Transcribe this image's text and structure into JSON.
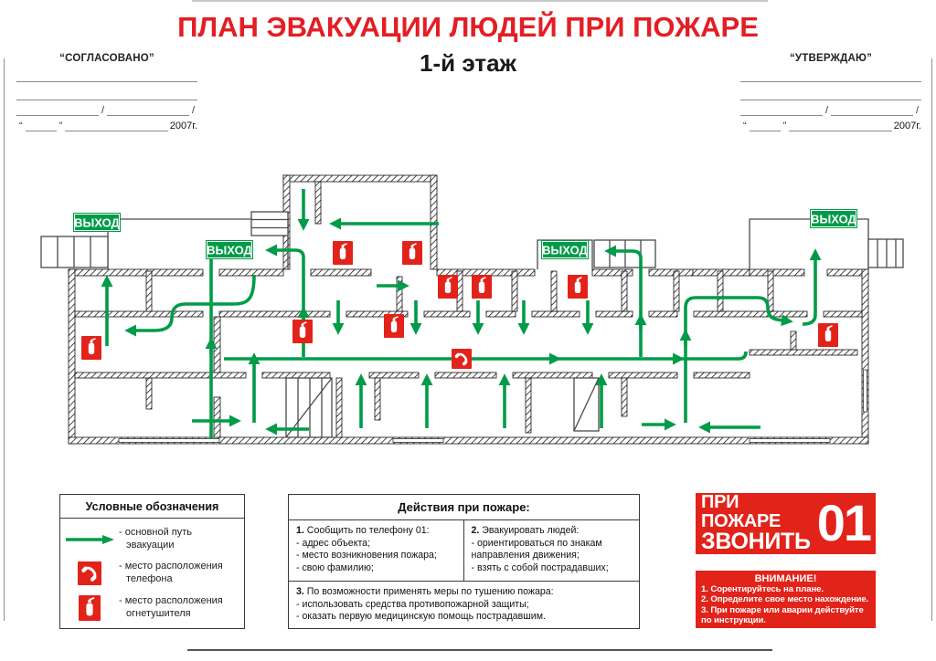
{
  "page": {
    "title": "ПЛАН ЭВАКУАЦИИ ЛЮДЕЙ ПРИ ПОЖАРЕ",
    "subtitle": "1-й этаж"
  },
  "approval": {
    "agreed_label": "“СОГЛАСОВАНО”",
    "approved_label": "“УТВЕРЖДАЮ”",
    "slash": "/",
    "quote_open": "“",
    "quote_close": "”",
    "year": "2007г."
  },
  "plan": {
    "exit_label": "ВЫХОД",
    "icons": [
      "exit-sign",
      "fire-extinguisher",
      "phone",
      "evacuation-route-arrow",
      "stairs"
    ]
  },
  "legend": {
    "title": "Условные обозначения",
    "items": [
      {
        "icon": "evacuation-route-arrow",
        "label": "- основной путь эвакуации"
      },
      {
        "icon": "phone",
        "label": "- место расположения телефона"
      },
      {
        "icon": "fire-extinguisher",
        "label": "- место расположения огнетушителя"
      }
    ]
  },
  "actions": {
    "title": "Действия при пожаре:",
    "cells": [
      {
        "lines": [
          "1. Сообщить по телефону 01:",
          "- адрес объекта;",
          "- место возникновения пожара;",
          "- свою фамилию;"
        ]
      },
      {
        "lines": [
          "2. Эвакуировать людей:",
          "- ориентироваться по знакам направления движения;",
          "- взять с собой пострадавших;"
        ]
      },
      {
        "lines": [
          "3. По возможности применять меры по тушению пожара:",
          "- использовать средства противопожарной защиты;",
          "- оказать первую медицинскую помощь пострадавшим."
        ]
      }
    ]
  },
  "call_banner": {
    "line1": "ПРИ ПОЖАРЕ",
    "line2": "ЗВОНИТЬ",
    "number": "01"
  },
  "attention": {
    "title": "ВНИМАНИЕ!",
    "lines": [
      "1. Сорентируйтесь на плане.",
      "2. Определите свое место нахождение.",
      "3. При пожаре или аварии действуйте по инструкции."
    ]
  },
  "colors": {
    "red": "#e2231a",
    "green": "#009b48",
    "title-red": "#e31e24",
    "wall": "#1a1a1a",
    "line-gray": "#8a8a8a"
  }
}
